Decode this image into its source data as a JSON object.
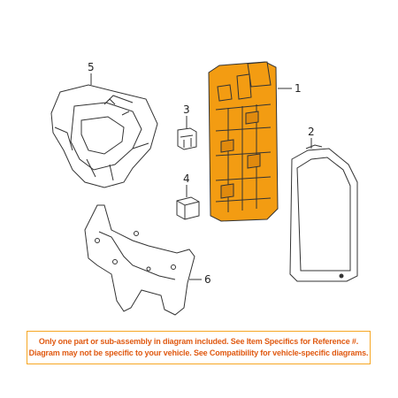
{
  "callouts": {
    "part_1": "1",
    "part_2": "2",
    "part_3": "3",
    "part_4": "4",
    "part_5": "5",
    "part_6": "6"
  },
  "disclaimer": {
    "line1": "Only one part or sub-assembly in diagram included. See Item Specifics for Reference #.",
    "line2": "Diagram may not be specific to your vehicle. See Compatibility for vehicle-specific diagrams."
  },
  "colors": {
    "highlight_part": "#f39c12",
    "line": "#333333",
    "disclaimer_text": "#e05a12",
    "disclaimer_border": "#f6a623"
  }
}
